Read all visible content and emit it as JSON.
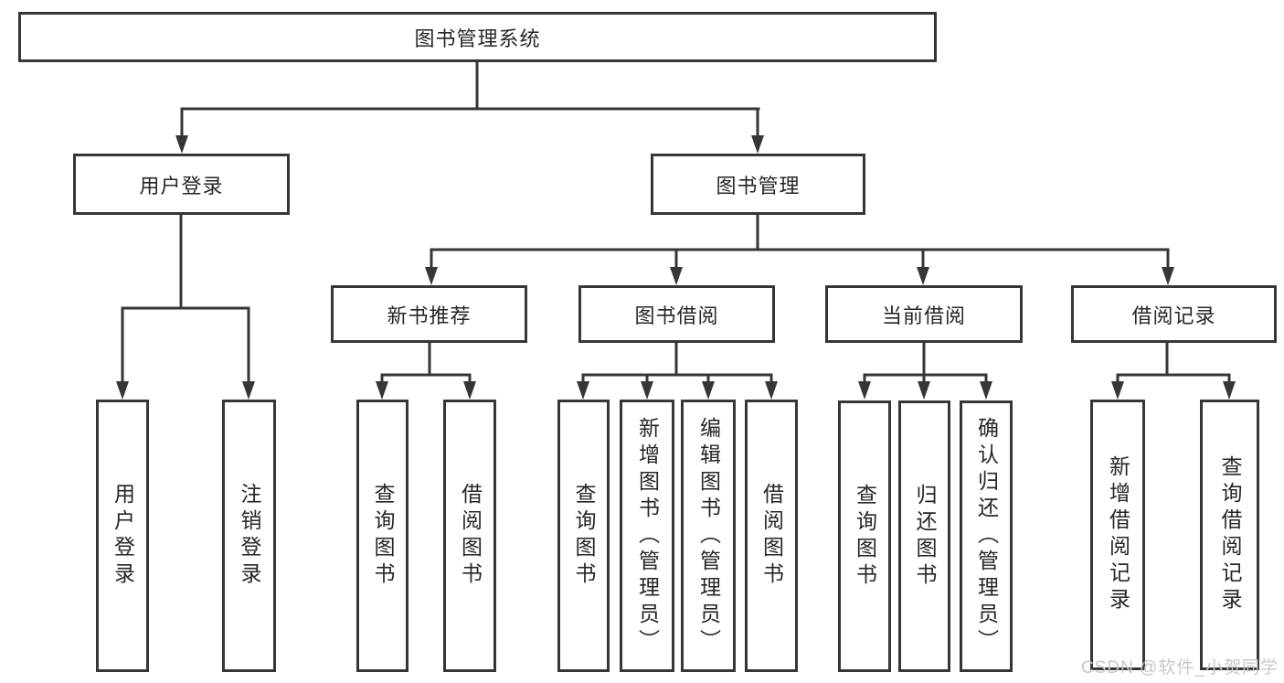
{
  "title": "图书管理系统",
  "watermark": "CSDN @软件_小贺同学",
  "colors": {
    "line": "#363636",
    "text": "#262626",
    "watermark": "#c8c8c8",
    "background": "#ffffff"
  },
  "nodes": {
    "root": {
      "label": "图书管理系统"
    },
    "user_login": {
      "label": "用户登录"
    },
    "book_management": {
      "label": "图书管理"
    },
    "new_book_recommend": {
      "label": "新书推荐"
    },
    "book_borrowing": {
      "label": "图书借阅"
    },
    "current_borrowing": {
      "label": "当前借阅"
    },
    "borrowing_records": {
      "label": "借阅记录"
    },
    "leaf_user_login": {
      "label": "用户登录"
    },
    "leaf_logout": {
      "label": "注销登录"
    },
    "leaf_query_books_1": {
      "label": "查询图书"
    },
    "leaf_borrow_books_1": {
      "label": "借阅图书"
    },
    "leaf_query_books_2": {
      "label": "查询图书"
    },
    "leaf_add_books": {
      "label": "新增图书（管理员）"
    },
    "leaf_edit_books": {
      "label": "编辑图书（管理员）"
    },
    "leaf_borrow_books_2": {
      "label": "借阅图书"
    },
    "leaf_query_books_3": {
      "label": "查询图书"
    },
    "leaf_return_books": {
      "label": "归还图书"
    },
    "leaf_confirm_return": {
      "label": "确认归还（管理员）"
    },
    "leaf_add_borrow_record": {
      "label": "新增借阅记录"
    },
    "leaf_query_borrow_record": {
      "label": "查询借阅记录"
    }
  }
}
